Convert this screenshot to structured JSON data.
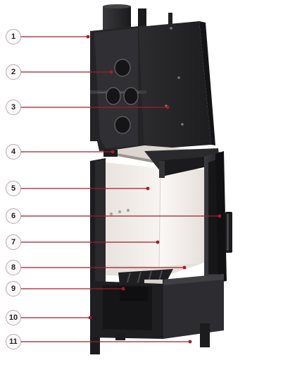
{
  "colors": {
    "leader": "#a01e2c",
    "badge_border": "#b9a9a9",
    "steel_dark": "#1c1c1e",
    "steel_mid": "#2b2b2e",
    "ceramic": "#f3eeea"
  },
  "callouts": [
    {
      "number": "1"
    },
    {
      "number": "2"
    },
    {
      "number": "3"
    },
    {
      "number": "4"
    },
    {
      "number": "5"
    },
    {
      "number": "6"
    },
    {
      "number": "7"
    },
    {
      "number": "8"
    },
    {
      "number": "9"
    },
    {
      "number": "10"
    },
    {
      "number": "11"
    }
  ]
}
